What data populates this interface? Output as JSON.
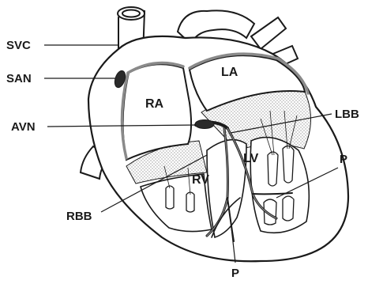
{
  "labels": {
    "svc": "SVC",
    "san": "SAN",
    "avn": "AVN",
    "rbb": "RBB",
    "lbb": "LBB",
    "p_right": "P",
    "p_bottom": "P",
    "ra": "RA",
    "la": "LA",
    "rv": "RV",
    "lv": "LV"
  },
  "colors": {
    "outline": "#1a1a1a",
    "conduction": "#8a8a8a",
    "stipple": "#cfcfcf",
    "background": "#ffffff"
  }
}
